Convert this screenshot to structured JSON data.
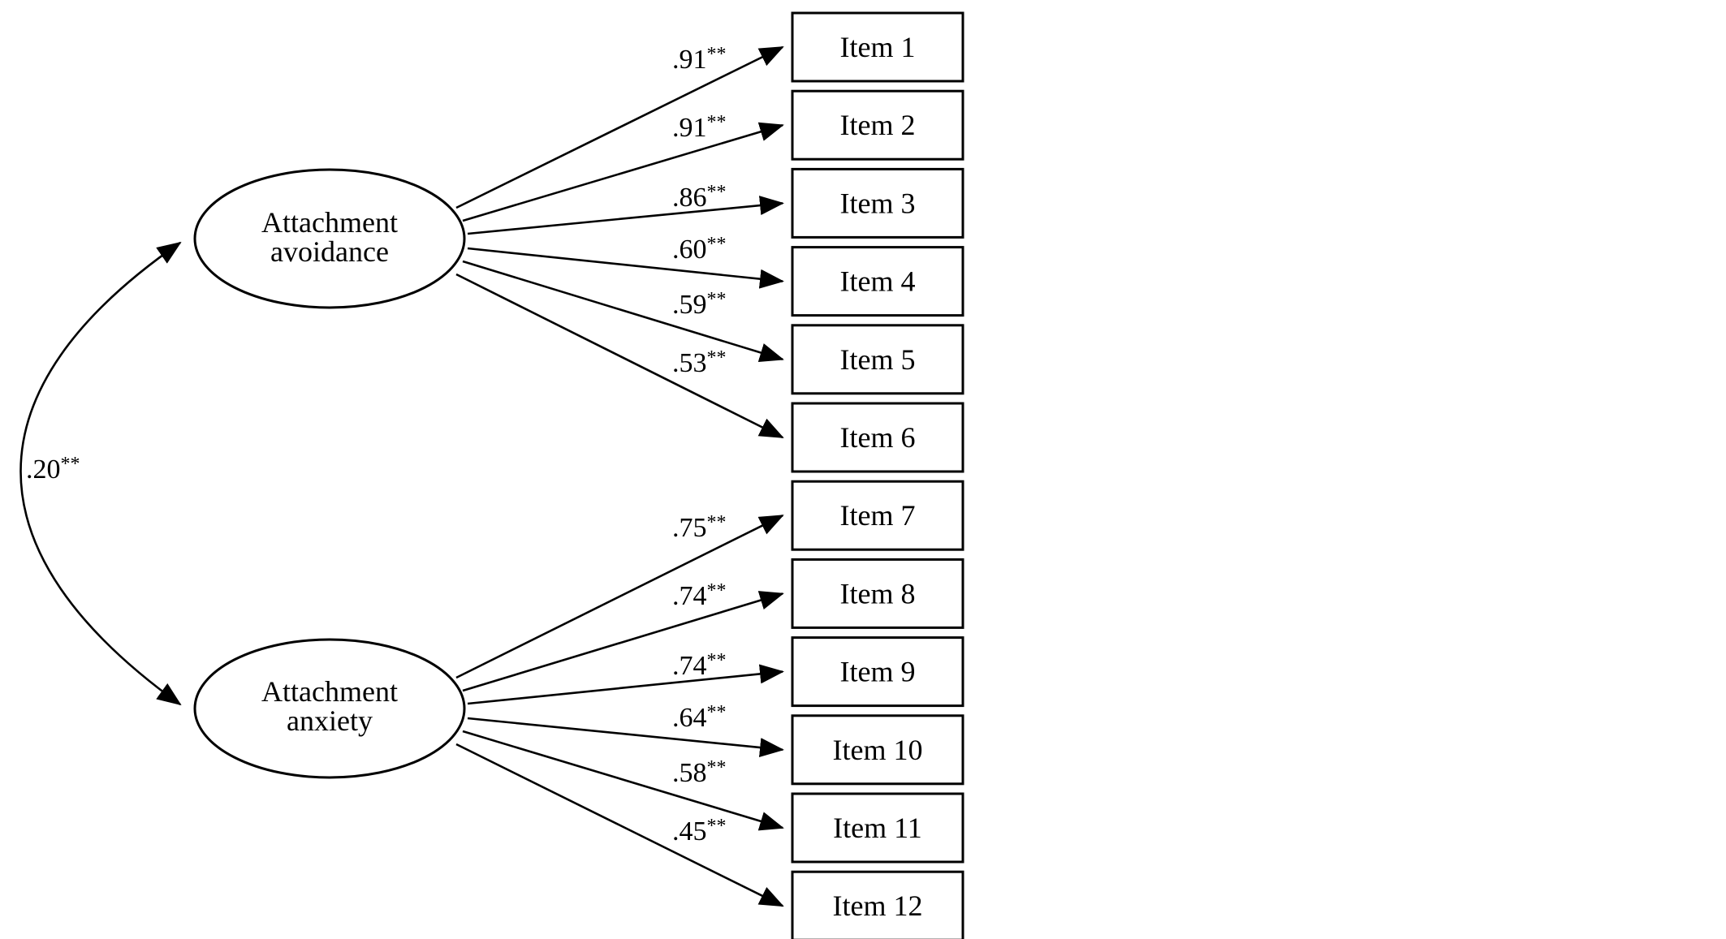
{
  "diagram": {
    "latent_factors": [
      {
        "key": "avoidance",
        "label_lines": [
          "Attachment",
          "avoidance"
        ]
      },
      {
        "key": "anxiety",
        "label_lines": [
          "Attachment",
          "anxiety"
        ]
      }
    ],
    "items": [
      {
        "label": "Item 1",
        "factor": "avoidance",
        "loading": ".91",
        "significance": "**"
      },
      {
        "label": "Item 2",
        "factor": "avoidance",
        "loading": ".91",
        "significance": "**"
      },
      {
        "label": "Item 3",
        "factor": "avoidance",
        "loading": ".86",
        "significance": "**"
      },
      {
        "label": "Item 4",
        "factor": "avoidance",
        "loading": ".60",
        "significance": "**"
      },
      {
        "label": "Item 5",
        "factor": "avoidance",
        "loading": ".59",
        "significance": "**"
      },
      {
        "label": "Item 6",
        "factor": "avoidance",
        "loading": ".53",
        "significance": "**"
      },
      {
        "label": "Item 7",
        "factor": "anxiety",
        "loading": ".75",
        "significance": "**"
      },
      {
        "label": "Item 8",
        "factor": "anxiety",
        "loading": ".74",
        "significance": "**"
      },
      {
        "label": "Item 9",
        "factor": "anxiety",
        "loading": ".74",
        "significance": "**"
      },
      {
        "label": "Item 10",
        "factor": "anxiety",
        "loading": ".64",
        "significance": "**"
      },
      {
        "label": "Item 11",
        "factor": "anxiety",
        "loading": ".58",
        "significance": "**"
      },
      {
        "label": "Item 12",
        "factor": "anxiety",
        "loading": ".45",
        "significance": "**"
      }
    ],
    "correlation": {
      "between": [
        "avoidance",
        "anxiety"
      ],
      "value": ".20",
      "significance": "**"
    }
  }
}
